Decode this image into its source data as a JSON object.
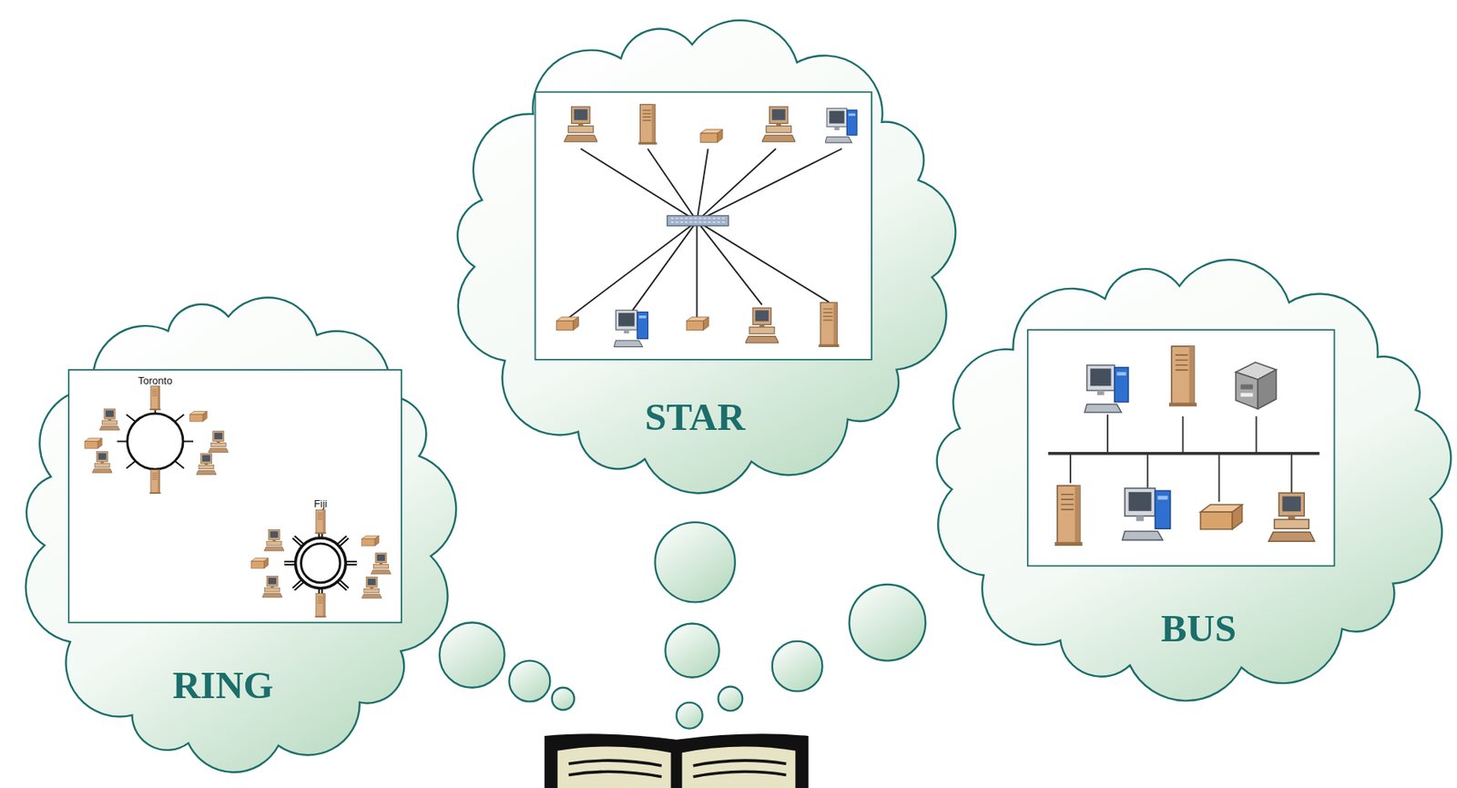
{
  "diagram": {
    "nodes": [
      {
        "text": [
          "RING"
        ]
      },
      {
        "text": [
          "STAR"
        ]
      },
      {
        "text": [
          "BUS"
        ]
      }
    ],
    "edges": [],
    "labels": [
      "Toronto",
      "Fiji"
    ]
  }
}
